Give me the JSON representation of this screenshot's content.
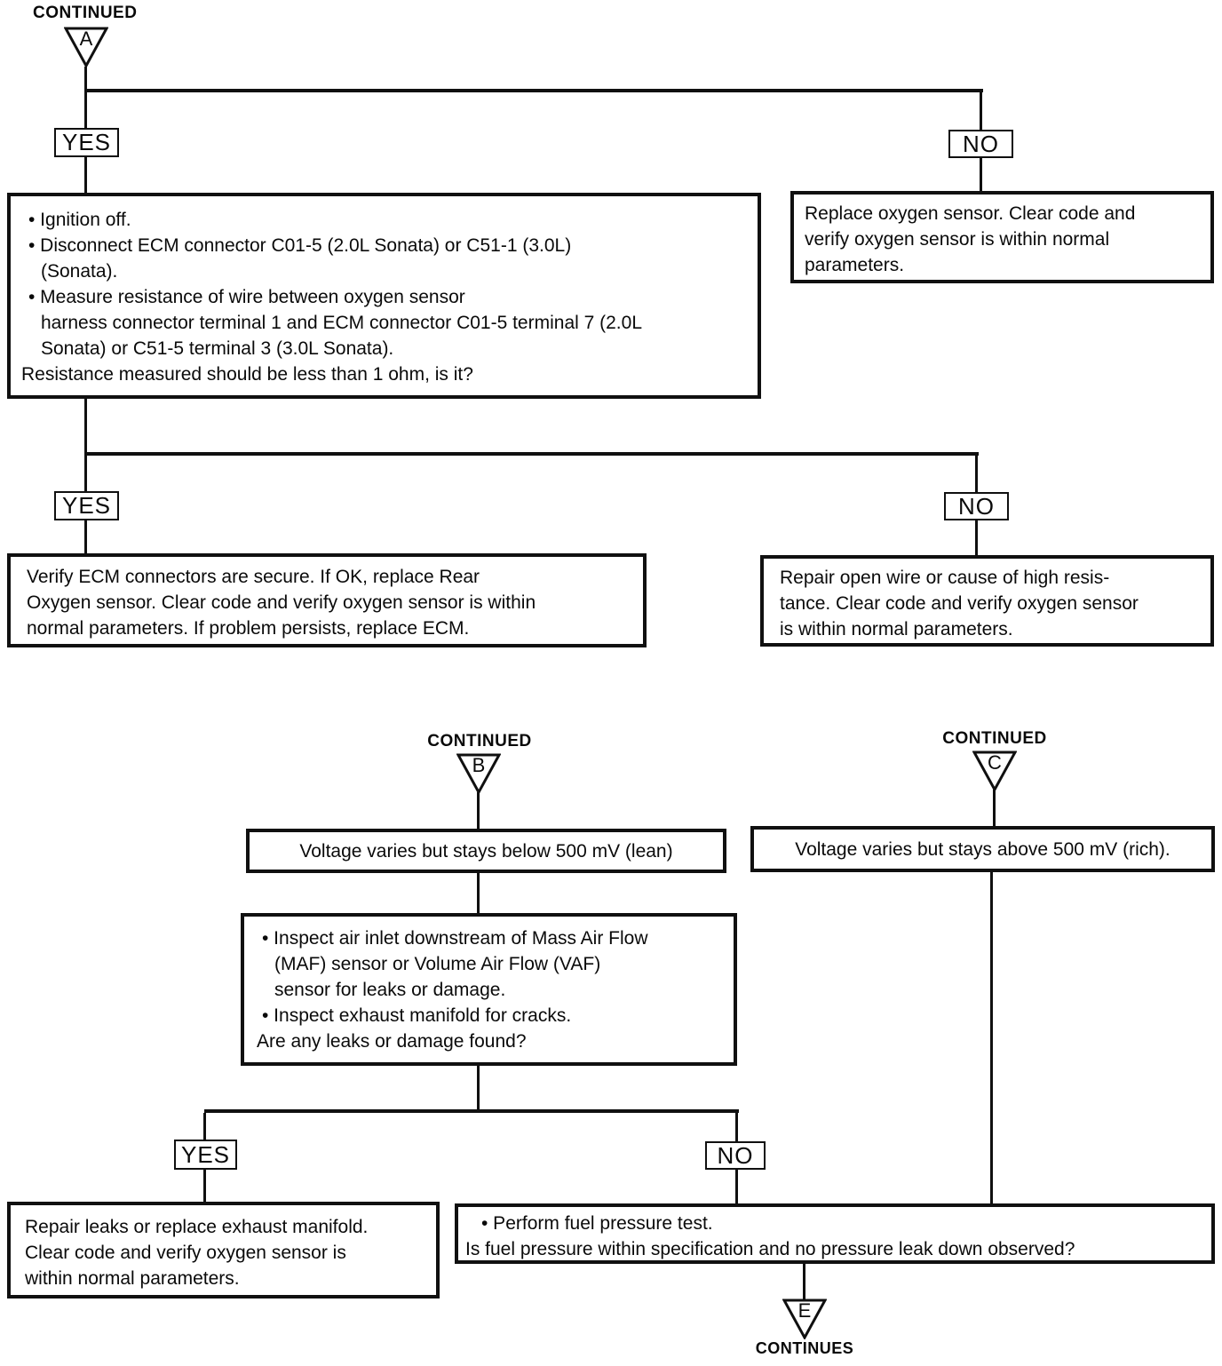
{
  "style": {
    "ink": "#101010",
    "bg": "#ffffff"
  },
  "markers": {
    "a": {
      "label": "CONTINUED",
      "letter": "A"
    },
    "b": {
      "label": "CONTINUED",
      "letter": "B"
    },
    "c": {
      "label": "CONTINUED",
      "letter": "C"
    },
    "e": {
      "label": "CONTINUES",
      "letter": "E"
    }
  },
  "branches": {
    "level1": {
      "yes": "YES",
      "no": "NO"
    },
    "level2": {
      "yes": "YES",
      "no": "NO"
    },
    "level3": {
      "yes": "YES",
      "no": "NO"
    }
  },
  "boxes": {
    "resistance_check": {
      "lines": [
        "• Ignition off.",
        "• Disconnect ECM connector C01-5 (2.0L Sonata) or C51-1 (3.0L)",
        "(Sonata).",
        "• Measure resistance of wire between oxygen sensor",
        "harness connector terminal 1 and ECM connector C01-5 terminal 7 (2.0L",
        "Sonata) or C51-5 terminal 3  (3.0L Sonata).",
        "Resistance measured should be less than 1 ohm, is it?"
      ]
    },
    "replace_sensor": {
      "lines": [
        "Replace oxygen sensor. Clear code and",
        "verify oxygen sensor is within normal",
        "parameters."
      ]
    },
    "verify_ecm": {
      "lines": [
        "Verify ECM connectors are secure. If OK, replace Rear",
        "Oxygen sensor. Clear code and verify oxygen sensor is within",
        "normal parameters. If problem persists, replace ECM."
      ]
    },
    "repair_open_wire": {
      "lines": [
        "Repair open wire or cause of high resis-",
        "tance. Clear code and verify oxygen sensor",
        "is within normal parameters."
      ]
    },
    "voltage_lean": {
      "text": "Voltage varies but stays below 500 mV (lean)"
    },
    "voltage_rich": {
      "text": "Voltage varies but stays above 500 mV (rich)."
    },
    "inspect_air": {
      "lines": [
        "• Inspect air inlet downstream of Mass Air Flow",
        "(MAF) sensor or Volume Air Flow (VAF)",
        "sensor for leaks or damage.",
        "• Inspect exhaust manifold for cracks.",
        "Are any leaks or damage found?"
      ]
    },
    "repair_leaks": {
      "lines": [
        "Repair leaks or replace exhaust manifold.",
        "Clear code and verify oxygen sensor is",
        "within normal parameters."
      ]
    },
    "fuel_pressure": {
      "lines": [
        "• Perform fuel pressure test.",
        "Is fuel pressure within specification and no pressure leak down observed?"
      ]
    }
  }
}
